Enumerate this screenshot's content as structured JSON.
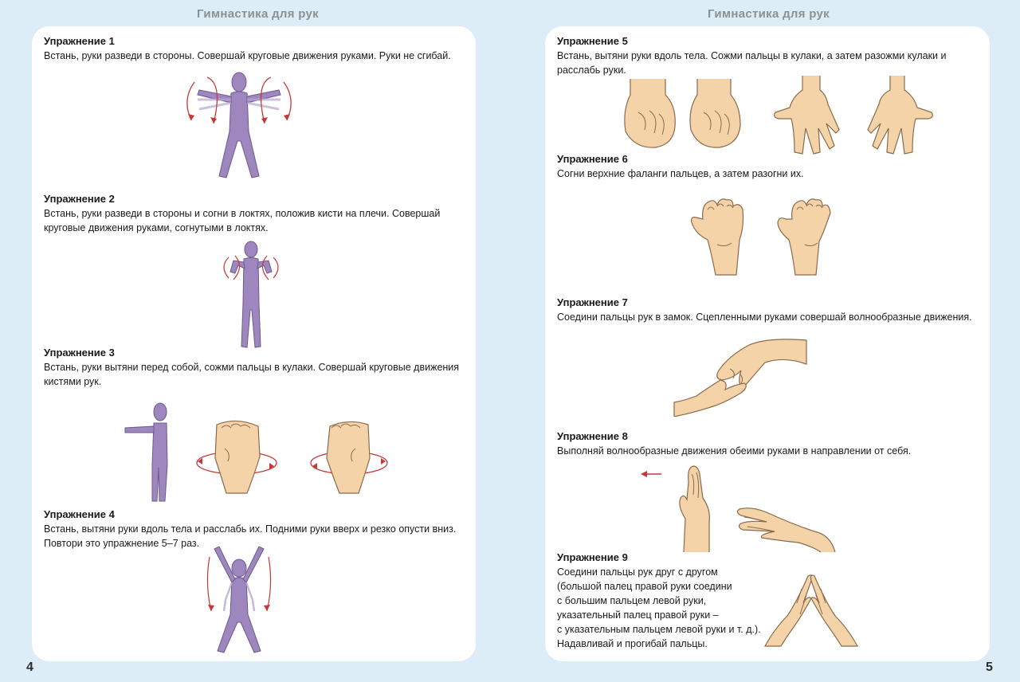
{
  "header": {
    "left_title": "Гимнастика для рук",
    "right_title": "Гимнастика для рук"
  },
  "page_numbers": {
    "left": "4",
    "right": "5"
  },
  "colors": {
    "background": "#dcedf8",
    "card": "#ffffff",
    "figure": "#9e86bf",
    "skin": "#f5d3a8",
    "arrow": "#c33a3a"
  },
  "exercises": [
    {
      "title": "Упражнение 1",
      "text": "Встань, руки разведи в стороны. Совершай круговые движения руками. Руки не сгибай."
    },
    {
      "title": "Упражнение 2",
      "text": "Встань, руки разведи в стороны и согни в локтях, положив кисти на плечи. Совершай круговые движения руками, согнутыми в локтях."
    },
    {
      "title": "Упражнение 3",
      "text": "Встань, руки вытяни перед собой, сожми пальцы в кулаки. Совершай круговые движения кистями рук."
    },
    {
      "title": "Упражнение 4",
      "text_lines": [
        "Встань, вытяни руки вдоль тела и расслабь их. Подними руки вверх и резко опусти вниз.",
        "Повтори это упражнение 5–7 раз."
      ]
    },
    {
      "title": "Упражнение 5",
      "text": "Встань, вытяни руки вдоль тела. Сожми пальцы в кулаки, а затем разожми кулаки и расслабь руки."
    },
    {
      "title": "Упражнение 6",
      "text": "Согни верхние фаланги пальцев, а затем разогни их."
    },
    {
      "title": "Упражнение 7",
      "text": "Соедини пальцы рук в замок. Сцепленными руками совершай волнообразные движения."
    },
    {
      "title": "Упражнение 8",
      "text": "Выполняй волнообразные движения обеими руками в направлении от себя."
    },
    {
      "title": "Упражнение 9",
      "text_lines": [
        "Соедини пальцы рук друг с другом",
        "(большой палец правой руки соедини",
        "с большим пальцем левой руки,",
        "указательный палец правой руки –",
        "с указательным пальцем левой руки и т. д.).",
        "Надавливай и прогибай пальцы."
      ]
    }
  ]
}
